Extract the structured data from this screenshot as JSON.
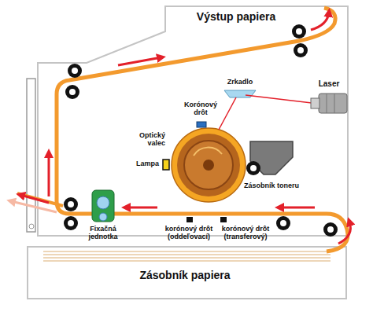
{
  "diagram": {
    "labels": [
      "Výstup papiera",
      "Zrkadlo",
      "Laser",
      "Optický valec",
      "Korónový drôt",
      "Lampa",
      "Zásobník toneru",
      "Fixačná jednotka",
      "korónový drôt (oddeľovací)",
      "korónový drôt (transferový)",
      "Zásobník papiera"
    ]
  }
}
